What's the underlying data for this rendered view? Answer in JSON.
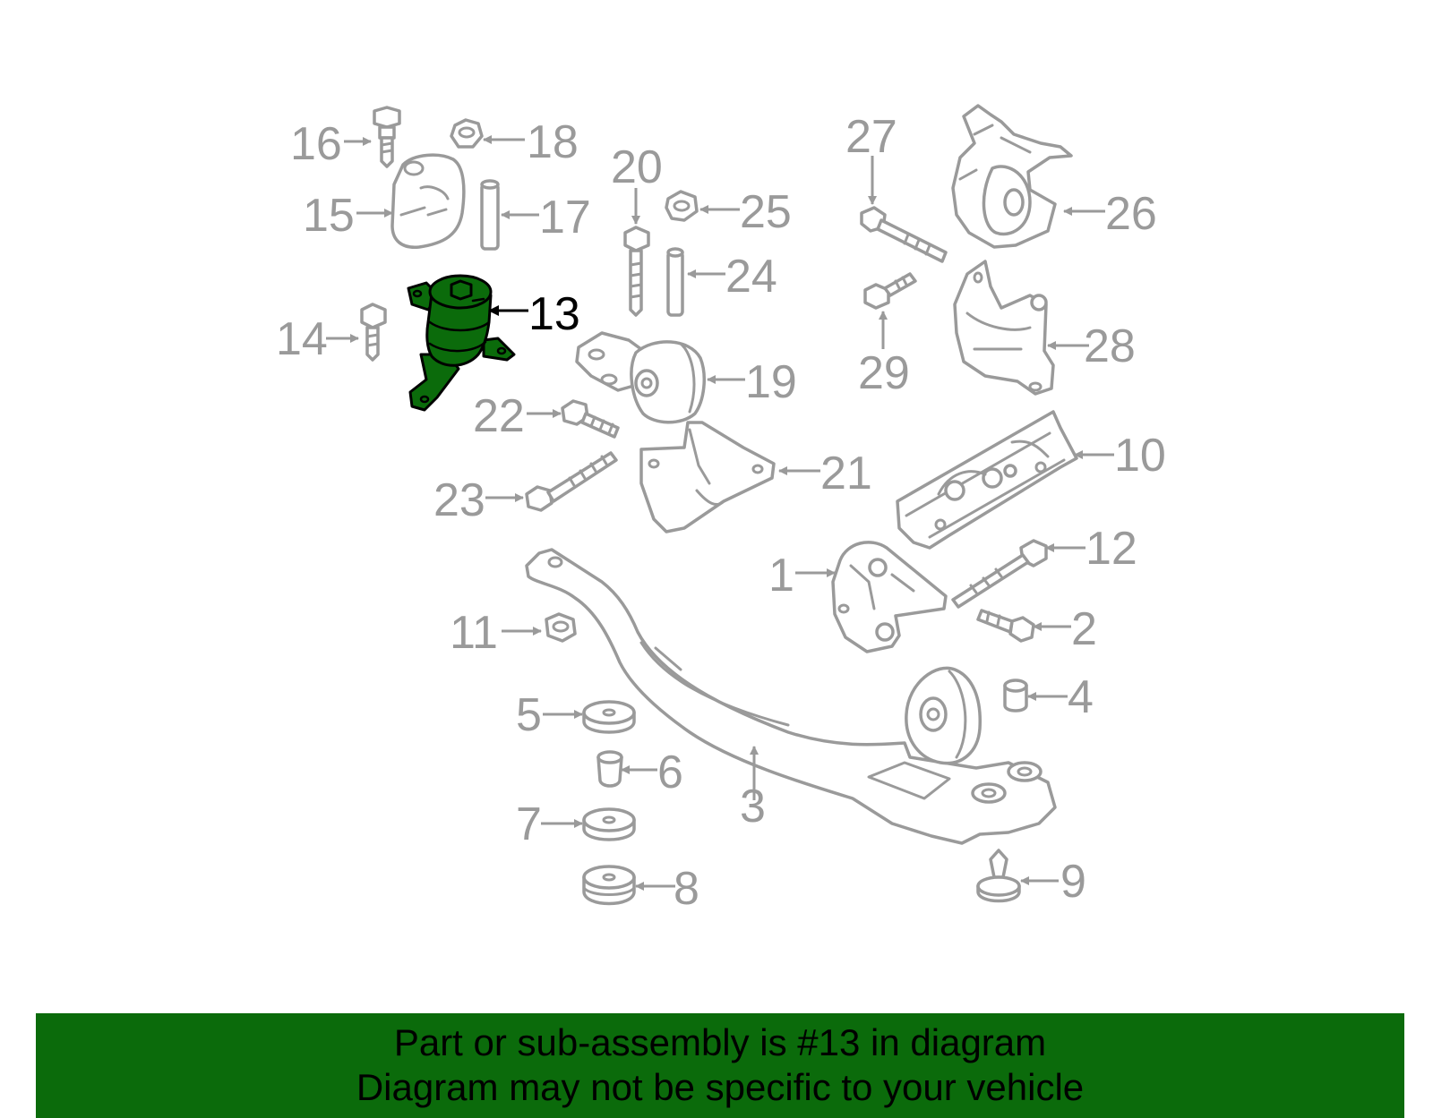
{
  "colors": {
    "highlight": "#0b6b0b",
    "line_art": "#9a9a9a",
    "banner_bg": "#0b6b0b",
    "text": "#000000"
  },
  "highlighted_part": "13",
  "callouts": {
    "c1": "1",
    "c2": "2",
    "c3": "3",
    "c4": "4",
    "c5": "5",
    "c6": "6",
    "c7": "7",
    "c8": "8",
    "c9": "9",
    "c10": "10",
    "c11": "11",
    "c12": "12",
    "c13": "13",
    "c14": "14",
    "c15": "15",
    "c16": "16",
    "c17": "17",
    "c18": "18",
    "c19": "19",
    "c20": "20",
    "c21": "21",
    "c22": "22",
    "c23": "23",
    "c24": "24",
    "c25": "25",
    "c26": "26",
    "c27": "27",
    "c28": "28",
    "c29": "29"
  },
  "banner": {
    "line1": "Part or sub-assembly is #13 in diagram",
    "line2": "Diagram may not be specific to your vehicle"
  }
}
